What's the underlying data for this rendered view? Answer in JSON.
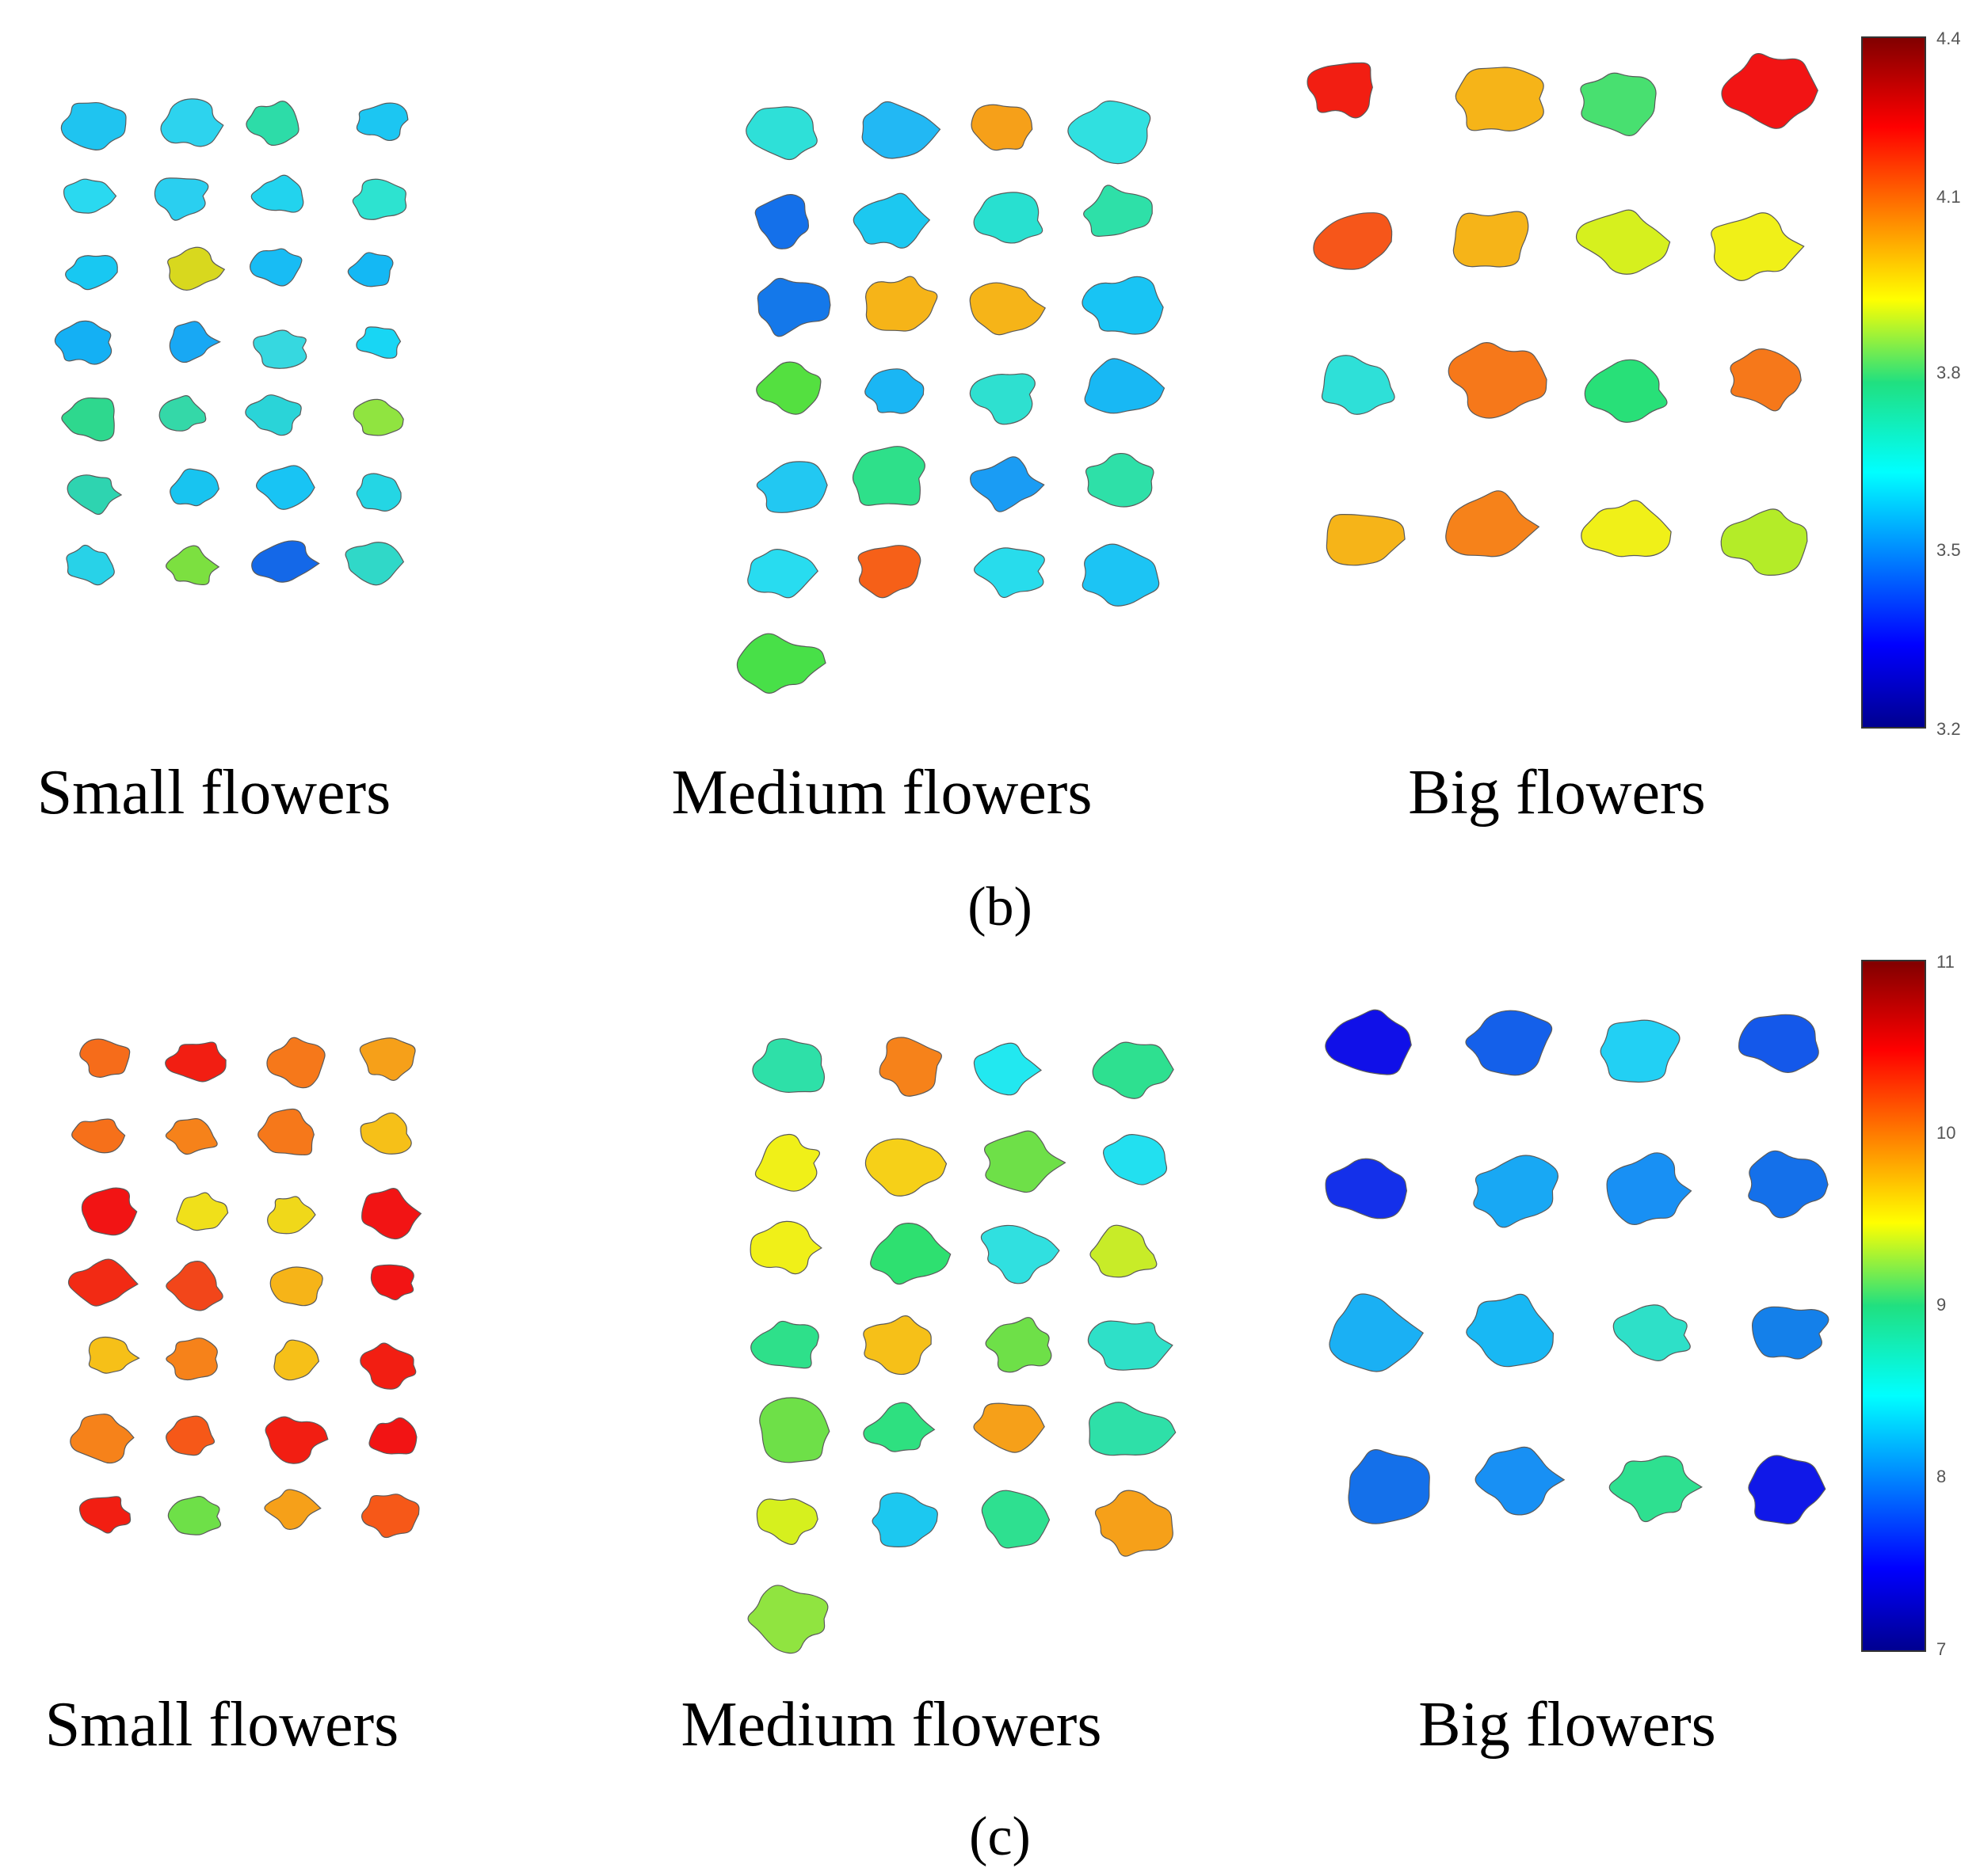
{
  "panels": [
    {
      "panel_label": "(b)",
      "groups": [
        {
          "label": "Small flowers",
          "flower_colors": [
            [
              "#1fc4f0",
              "#2dd3ee",
              "#2ddca8",
              "#1cc6f2"
            ],
            [
              "#2ad9f0",
              "#2acff0",
              "#22d3ee",
              "#2de3d0"
            ],
            [
              "#18c8f2",
              "#d8d81e",
              "#18bcf4",
              "#14b8f4"
            ],
            [
              "#14b0f4",
              "#18a8f4",
              "#36d8e0",
              "#18d6f4"
            ],
            [
              "#2ed88e",
              "#34d8a8",
              "#2ad4d8",
              "#90e440"
            ],
            [
              "#2ed4b0",
              "#18c4f0",
              "#18c4f4",
              "#24d6e4"
            ],
            [
              "#28d2e8",
              "#7ce040",
              "#1468e8",
              "#30d8c8"
            ]
          ]
        },
        {
          "label": "Medium flowers",
          "flower_colors": [
            [
              "#2ee0d8",
              "#22b8f4",
              "#f6a019",
              "#30e0e0"
            ],
            [
              "#1470ea",
              "#1cc8f0",
              "#28e0d0",
              "#2ee0a8"
            ],
            [
              "#1478ea",
              "#f6b418",
              "#f6b418",
              "#18c4f4"
            ],
            [
              "#54e040",
              "#1ab6f4",
              "#2ee0d0",
              "#18b8f4"
            ],
            [
              "#22c8f2",
              "#2ee08a",
              "#1a9cf4",
              "#2ee0a8"
            ],
            [
              "#28dcf0",
              "#f66018",
              "#28dcec",
              "#1cc4f4"
            ],
            [
              "#48e048"
            ]
          ]
        },
        {
          "label": "Big flowers",
          "flower_colors": [
            [
              "#f21e12",
              "#f6b418",
              "#48e070",
              "#f21414"
            ],
            [
              "#f6561a",
              "#f6b418",
              "#d6f01e",
              "#f0f018"
            ],
            [
              "#2ee0d8",
              "#f6781a",
              "#28e078",
              "#f6781a"
            ],
            [
              "#f6b418",
              "#f6821a",
              "#f0f018",
              "#b4ec28"
            ]
          ]
        }
      ],
      "colorbar": {
        "min": 3.2,
        "max": 4.4,
        "tick_labels": [
          "4.4",
          "4.1",
          "3.8",
          "3.5",
          "3.2"
        ]
      }
    },
    {
      "panel_label": "(c)",
      "groups": [
        {
          "label": "Small flowers",
          "flower_colors": [
            [
              "#f66c1a",
              "#f21e12",
              "#f6781a",
              "#f6a019"
            ],
            [
              "#f6701a",
              "#f6821a",
              "#f6781a",
              "#f6c018"
            ],
            [
              "#f21414",
              "#f0e01a",
              "#f0d81a",
              "#f21414"
            ],
            [
              "#f22a14",
              "#f2461a",
              "#f6b418",
              "#f21414"
            ],
            [
              "#f6c018",
              "#f6821a",
              "#f6c018",
              "#f21e12"
            ],
            [
              "#f6821a",
              "#f65818",
              "#f21e12",
              "#f21414"
            ],
            [
              "#f21e12",
              "#6ee048",
              "#f6a019",
              "#f65818"
            ]
          ]
        },
        {
          "label": "Medium flowers",
          "flower_colors": [
            [
              "#2ee0a8",
              "#f6821a",
              "#22e8f0",
              "#2ee090"
            ],
            [
              "#f0f018",
              "#f6d018",
              "#6ee048",
              "#22e0f0"
            ],
            [
              "#f0f018",
              "#2ee070",
              "#30e0e0",
              "#c8ec28"
            ],
            [
              "#2ee08a",
              "#f6c018",
              "#6ee048",
              "#2ee0c8"
            ],
            [
              "#6ee048",
              "#2ee080",
              "#f6a019",
              "#2ee0a8"
            ],
            [
              "#d6f01e",
              "#1cc8f0",
              "#2ee090",
              "#f6a019"
            ],
            [
              "#90e440"
            ]
          ]
        },
        {
          "label": "Big flowers",
          "flower_colors": [
            [
              "#1010e8",
              "#1460ea",
              "#22d0f4",
              "#1458ea"
            ],
            [
              "#1430ea",
              "#18a8f4",
              "#1890f4",
              "#1470ea"
            ],
            [
              "#1ab0f4",
              "#18b8f4",
              "#2ee0c8",
              "#1480ea"
            ],
            [
              "#1470ea",
              "#1890f4",
              "#2ee090",
              "#1018e8"
            ]
          ]
        }
      ],
      "colorbar": {
        "min": 7,
        "max": 11,
        "tick_labels": [
          "11",
          "10",
          "9",
          "8",
          "7"
        ]
      }
    }
  ]
}
